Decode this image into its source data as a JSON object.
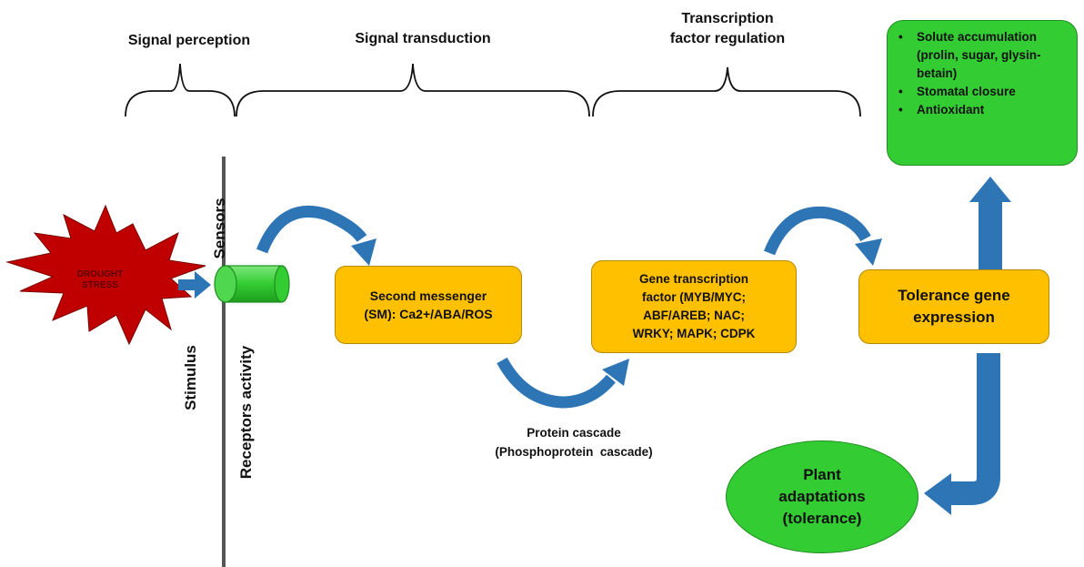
{
  "headers": {
    "signal_perception": "Signal perception",
    "signal_transduction": "Signal transduction",
    "transcription_factor_regulation": "Transcription\nfactor regulation"
  },
  "stimulus": {
    "drought_line1": "DROUGHT",
    "drought_line2": "STRESS",
    "stimulus_label": "Stimulus",
    "sensors_label": "Sensors",
    "receptors_label": "Receptors activity"
  },
  "boxes": {
    "second_messenger": "Second messenger\n(SM): Ca2+/ABA/ROS",
    "gene_transcription": "Gene transcription\nfactor (MYB/MYC;\nABF/AREB; NAC;\nWRKY; MAPK;  CDPK",
    "tolerance_gene": "Tolerance gene\nexpression"
  },
  "protein_cascade": {
    "line1": "Protein cascade",
    "line2": "(Phosphoprotein  cascade)"
  },
  "responses": {
    "items": [
      "Solute accumulation (prolin,  sugar, glysin-betain)",
      "Stomatal closure",
      "Antioxidant"
    ]
  },
  "outcome": "Plant\nadaptations\n(tolerance)",
  "colors": {
    "orange_box": "#FFC000",
    "green": "#33CC33",
    "arrow_blue": "#2E75B6",
    "star_red": "#C00000"
  }
}
